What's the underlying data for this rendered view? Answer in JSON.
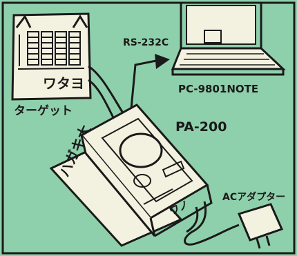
{
  "labels": {
    "rs232c": "RS-232C",
    "pc": "PC-9801NOTE",
    "target": "ターゲット",
    "pa200": "PA-200",
    "ac_adapter": "ACアダプター",
    "hagaki": "ハガキ大",
    "target_board_text": "ワタヨ",
    "device_front_text": "ワノ"
  },
  "colors": {
    "background": "#8fd0ac",
    "ink": "#1a1a1a",
    "paper": "#f3f1df"
  }
}
